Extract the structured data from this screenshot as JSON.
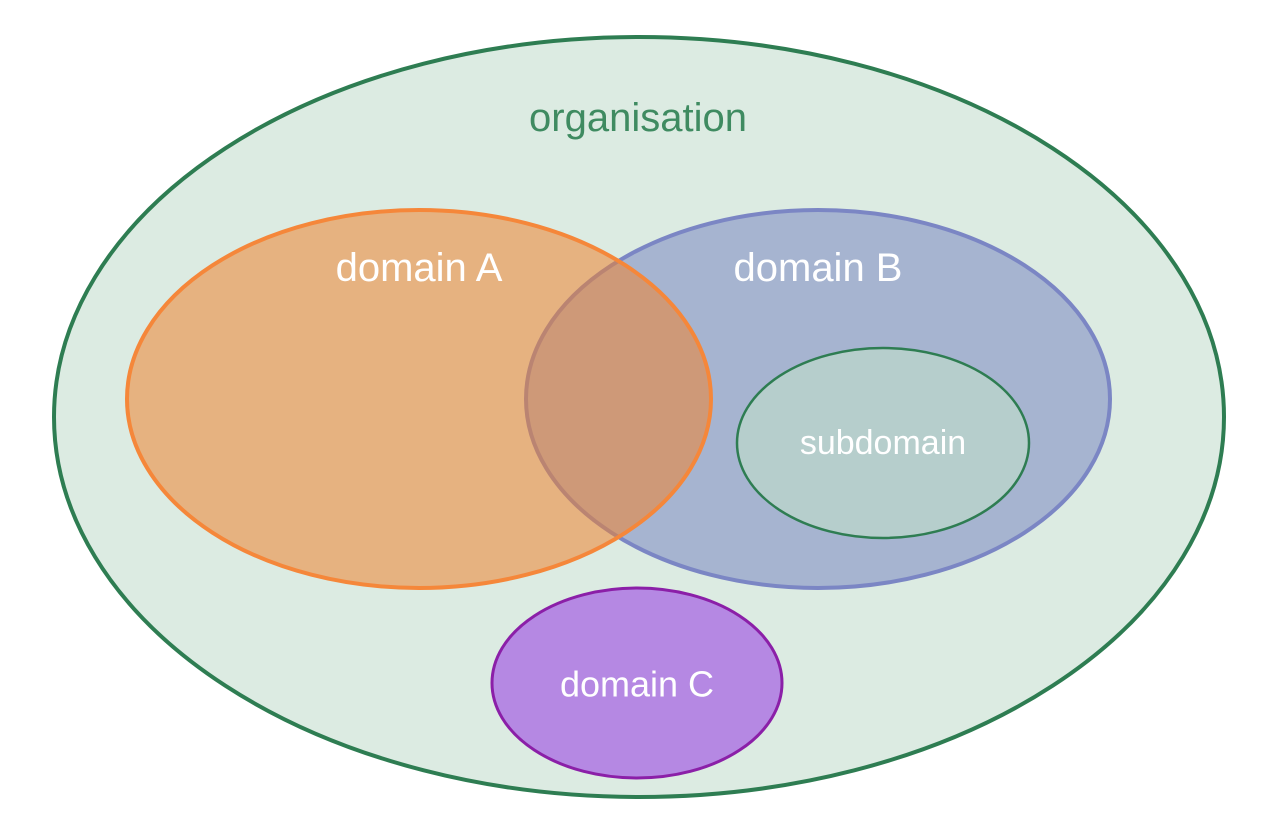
{
  "diagram": {
    "type": "venn-euler",
    "labels": {
      "organisation": "organisation",
      "domain_a": "domain A",
      "domain_b": "domain B",
      "subdomain": "subdomain",
      "domain_c": "domain C"
    },
    "relationships": [
      "domain A, domain B, domain C and subdomain are inside organisation",
      "domain A overlaps domain B",
      "subdomain is inside domain B",
      "domain C is separate from domain A and domain B"
    ],
    "colors": {
      "background": "#ffffff",
      "organisation_fill": "#dcebe2",
      "organisation_stroke": "#2e7d52",
      "organisation_text": "#3f8b61",
      "domain_a_fill": "#ee8330",
      "domain_a_stroke": "#f5873a",
      "domain_b_fill": "#6f7dbd",
      "domain_b_stroke": "#7b86c4",
      "subdomain_fill": "#bfdcca",
      "subdomain_stroke": "#2e7d52",
      "domain_c_fill": "#b588e3",
      "domain_c_stroke": "#8b1fa8",
      "label_text": "#ffffff"
    }
  }
}
